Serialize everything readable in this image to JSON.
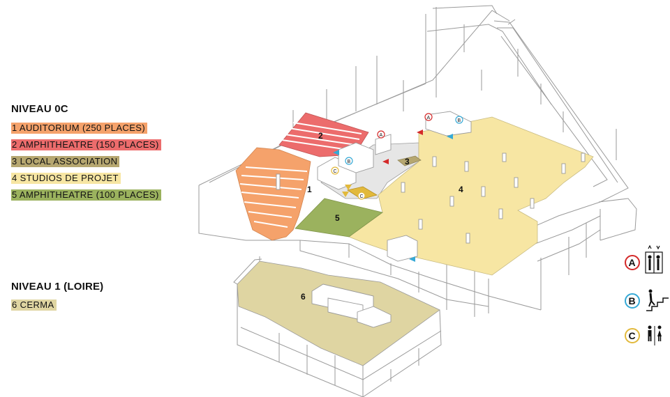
{
  "levels": {
    "ground": {
      "title": "NIVEAU 0C",
      "items": [
        {
          "label": "1 AUDITORIUM (250 PLACES)",
          "color": "#f5a26b"
        },
        {
          "label": "2 AMPHITHEATRE (150 PLACES)",
          "color": "#ec6c6c"
        },
        {
          "label": "3 LOCAL ASSOCIATION",
          "color": "#b6a770"
        },
        {
          "label": "4 STUDIOS DE PROJET",
          "color": "#f7e6a3"
        },
        {
          "label": "5 AMPHITHEATRE (100 PLACES)",
          "color": "#9bb25e"
        }
      ]
    },
    "first": {
      "title": "NIVEAU 1 (LOIRE)",
      "items": [
        {
          "label": "6 CERMA",
          "color": "#dfd5a2"
        }
      ]
    }
  },
  "zones": [
    {
      "number": "1",
      "color": "#f5a26b"
    },
    {
      "number": "2",
      "color": "#ec6c6c"
    },
    {
      "number": "3",
      "color": "#b6a770"
    },
    {
      "number": "4",
      "color": "#f7e6a3"
    },
    {
      "number": "5",
      "color": "#9bb25e"
    },
    {
      "number": "6",
      "color": "#dfd5a2"
    }
  ],
  "services": [
    {
      "letter": "A",
      "icon": "elevator-icon",
      "ring_color": "#d42a2a"
    },
    {
      "letter": "B",
      "icon": "stairs-icon",
      "ring_color": "#35a9d6"
    },
    {
      "letter": "C",
      "icon": "restroom-icon",
      "ring_color": "#e2b93b"
    }
  ],
  "colors": {
    "outline": "#9a9a9a",
    "floor_grey": "#e6e6e6",
    "marker_red": "#d42a2a",
    "marker_blue": "#35a9d6",
    "marker_yellow": "#e2b93b"
  }
}
